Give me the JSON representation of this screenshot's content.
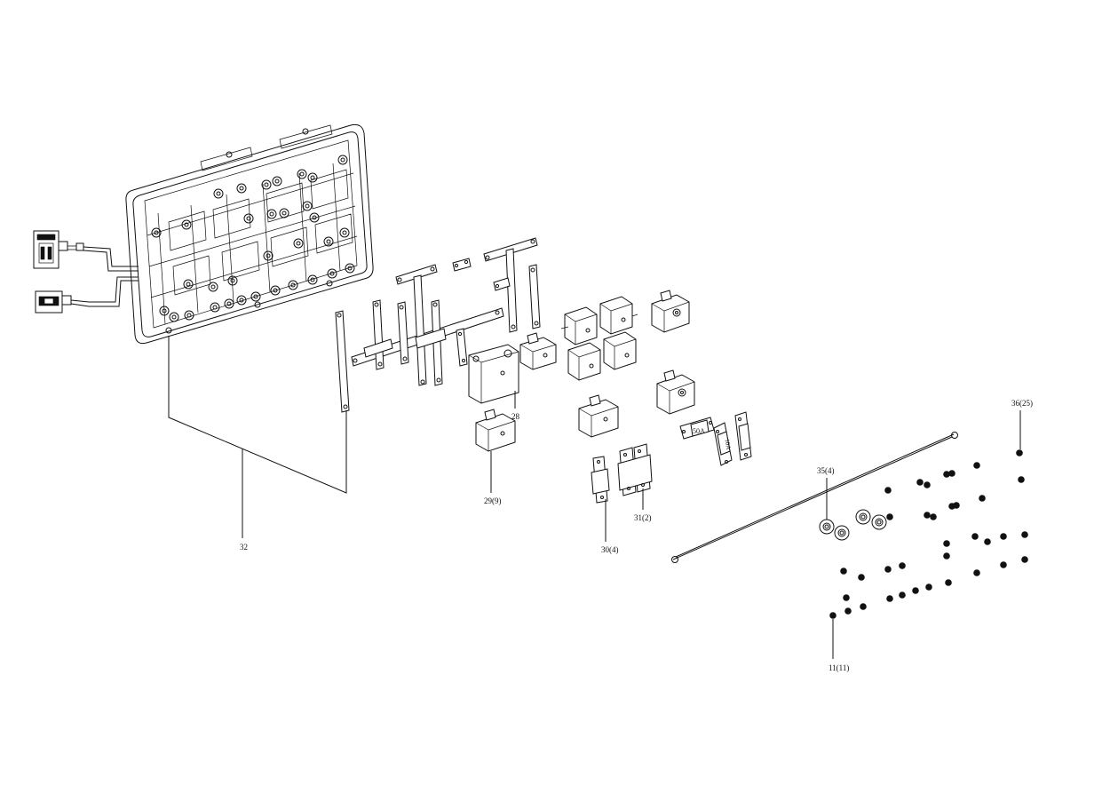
{
  "diagram": {
    "callouts": {
      "c28": "28",
      "c29": "29(9)",
      "c30": "30(4)",
      "c31": "31(2)",
      "c32": "32",
      "c35": "35(4)",
      "c36": "36(25)",
      "c11": "11(11)"
    },
    "fuse_labels": {
      "f50": "50A",
      "f10": "10A"
    }
  }
}
